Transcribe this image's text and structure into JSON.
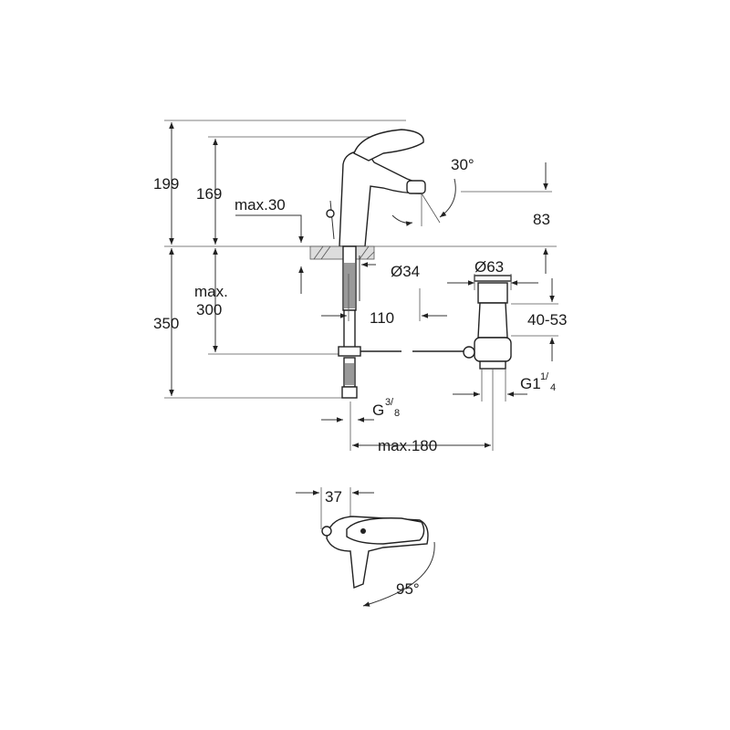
{
  "dimensions": {
    "d199": "199",
    "d169": "169",
    "max30": "max.30",
    "angle30": "30°",
    "d83": "83",
    "dia34": "Ø34",
    "dia63": "Ø63",
    "max_line1": "max.",
    "max_line2": "300",
    "d350": "350",
    "d110": "110",
    "d4053": "40-53",
    "g38_main": "G",
    "g38_num": "3",
    "g38_den": "8",
    "g114_main": "G1",
    "g114_num": "1",
    "g114_den": "4",
    "max180": "max.180",
    "d37": "37",
    "angle95": "95°"
  }
}
